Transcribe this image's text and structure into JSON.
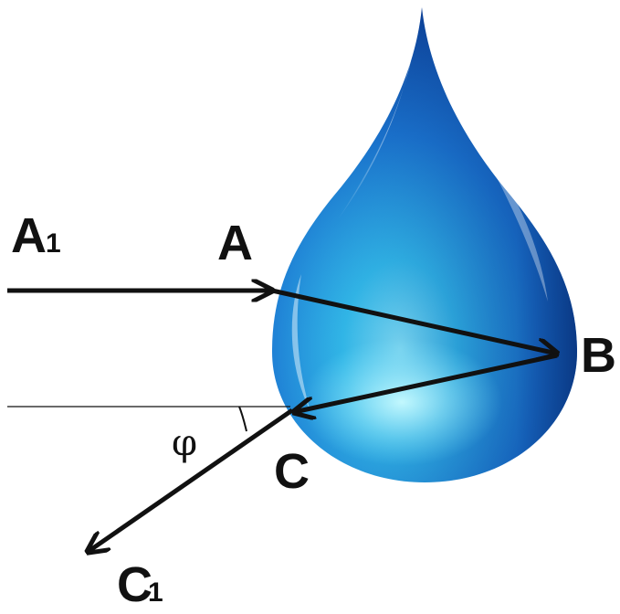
{
  "labels": {
    "a1_letter": "A",
    "a1_sub": "1",
    "a": "A",
    "b": "B",
    "c": "C",
    "c1_letter": "C",
    "c1_sub": "1",
    "phi": "φ"
  },
  "colors": {
    "drop_dark": "#0b3a8f",
    "drop_mid": "#1f73cf",
    "drop_light": "#5fd6f5",
    "ray": "#111111"
  }
}
